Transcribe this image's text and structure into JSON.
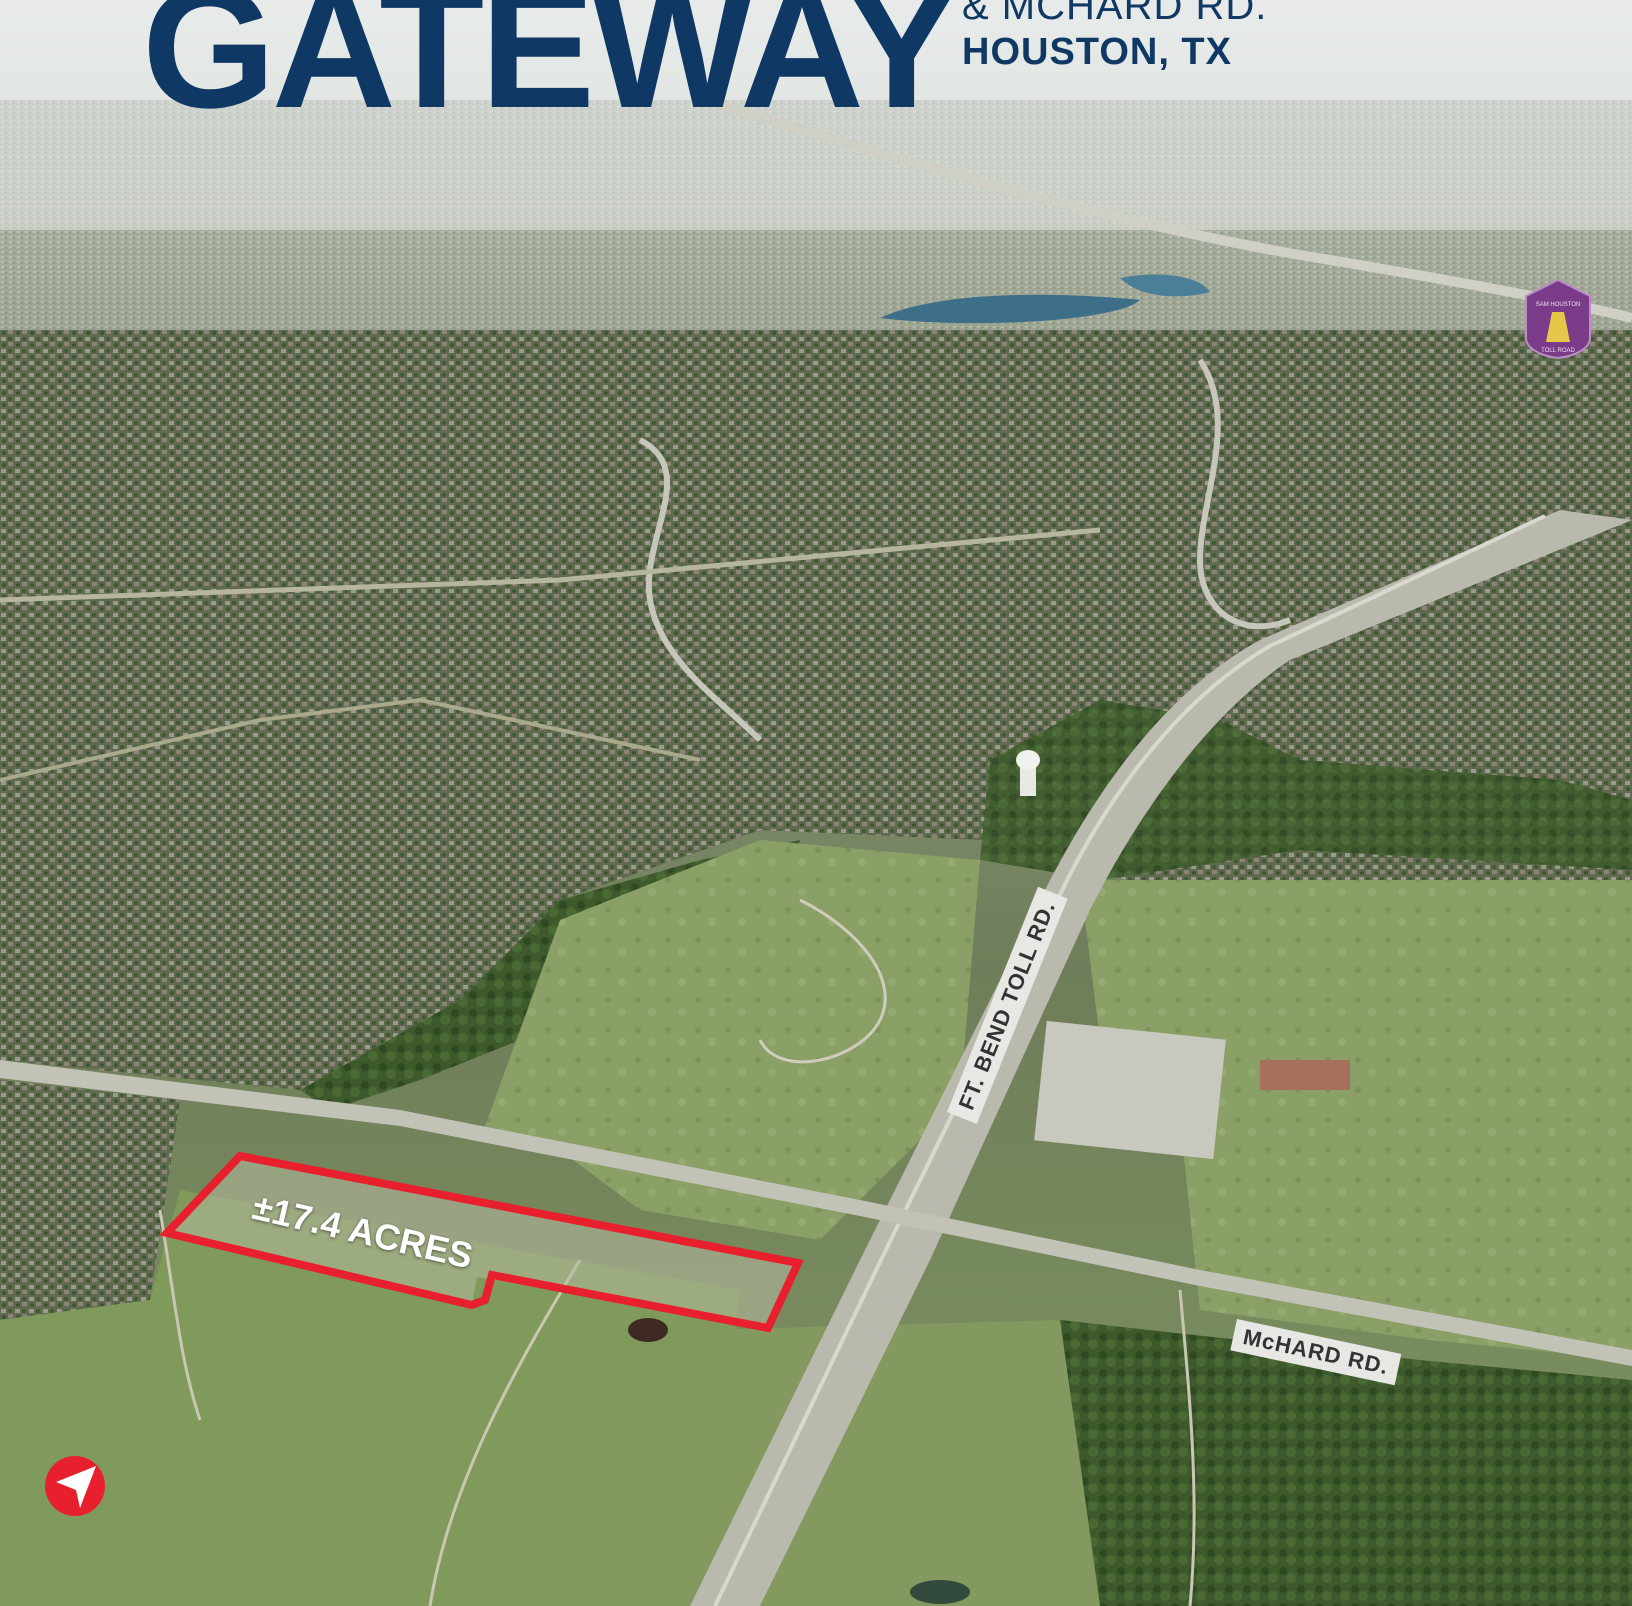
{
  "header": {
    "title": "GATEWAY",
    "subtitle_line1": "& MCHARD RD.",
    "subtitle_line2": "HOUSTON, TX"
  },
  "labels": {
    "road_ft_bend": "FT. BEND TOLL RD.",
    "road_mchard": "McHARD RD.",
    "site_acreage": "±17.4 ACRES"
  },
  "toll_badge": {
    "line1": "SAM HOUSTON",
    "line2": "TOLL ROAD"
  },
  "icons": {
    "north_arrow": "north-arrow-icon",
    "toll_shield": "toll-road-shield-icon"
  },
  "colors": {
    "title_blue": "#0f3864",
    "boundary_red": "#e8202d",
    "label_bg": "#e7e7e4",
    "toll_purple": "#7a3c88"
  }
}
